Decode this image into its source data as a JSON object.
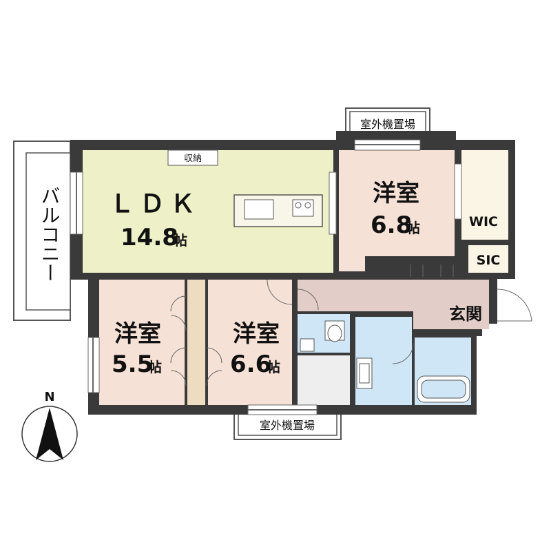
{
  "floorplan": {
    "rooms": {
      "ldk": {
        "name": "ＬＤＫ",
        "size": "14.8",
        "unit": "帖",
        "color": "#eef0c8"
      },
      "western_ne": {
        "name": "洋室",
        "size": "6.8",
        "unit": "帖",
        "color": "#f6e1d6"
      },
      "western_sw": {
        "name": "洋室",
        "size": "5.5",
        "unit": "帖",
        "color": "#f6e1d6"
      },
      "western_s": {
        "name": "洋室",
        "size": "6.6",
        "unit": "帖",
        "color": "#f6e1d6"
      },
      "wic": {
        "name": "WIC",
        "color": "#fbf5e6"
      },
      "sic": {
        "name": "SIC",
        "color": "#fbf5e6"
      },
      "entrance": {
        "name": "玄関",
        "color": "#e2cdc8"
      },
      "hall": {
        "color": "#e2cdc8"
      },
      "toilet": {
        "color": "#cfe6f6"
      },
      "washroom": {
        "color": "#cfe6f6"
      },
      "bath": {
        "color": "#cfe6f6"
      }
    },
    "storage_label": "収納",
    "outdoor_unit_top": "室外機置場",
    "outdoor_unit_bottom": "室外機置場",
    "balcony": "バルコニー",
    "compass": {
      "north_label": "N"
    },
    "wall_color": "#3a3a3a"
  }
}
